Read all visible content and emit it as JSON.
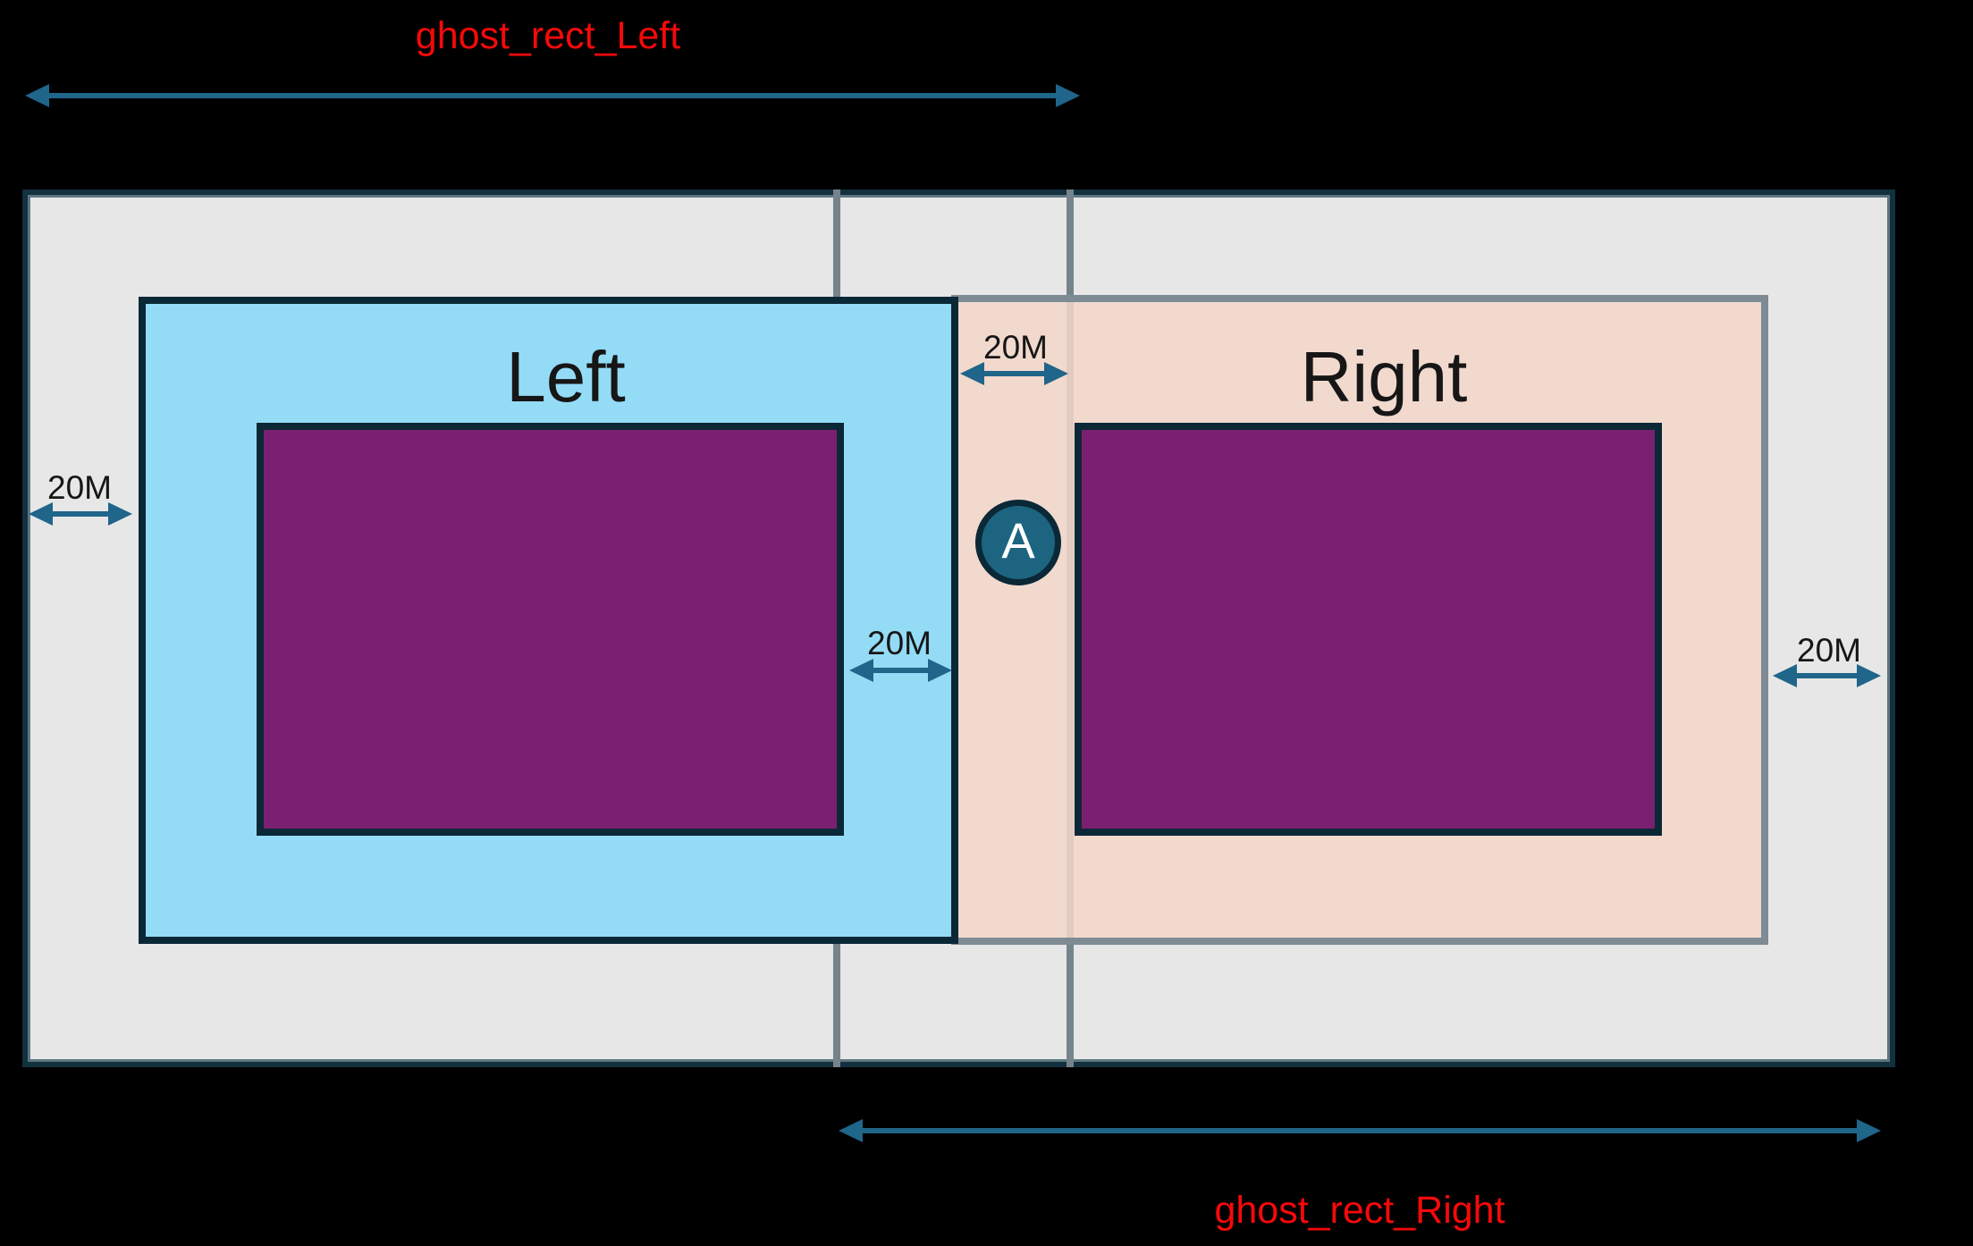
{
  "diagram": {
    "title_top": "ghost_rect_Left",
    "title_bottom": "ghost_rect_Right",
    "left_rect_label": "Left",
    "right_rect_label": "Right",
    "marker_label": "A",
    "dimensions": {
      "outer_left": "20M",
      "inner_left": "20M",
      "center": "20M",
      "outer_right": "20M"
    },
    "colors": {
      "background": "#000000",
      "ghost_label_red": "#f60909",
      "arrow_teal": "#20658a",
      "outer_fill": "#e7e7e7",
      "outer_border": "#13303f",
      "outer_border_inner": "#5c7681",
      "ghost_line_gray": "#76838b",
      "left_rect_fill": "#94dbf6",
      "right_rect_fill": "#f2d7ca",
      "right_rect_border": "#7e8b94",
      "inner_rect_fill": "#7b2070",
      "dark_border": "#0b2836",
      "marker_fill": "#1d6480"
    }
  }
}
